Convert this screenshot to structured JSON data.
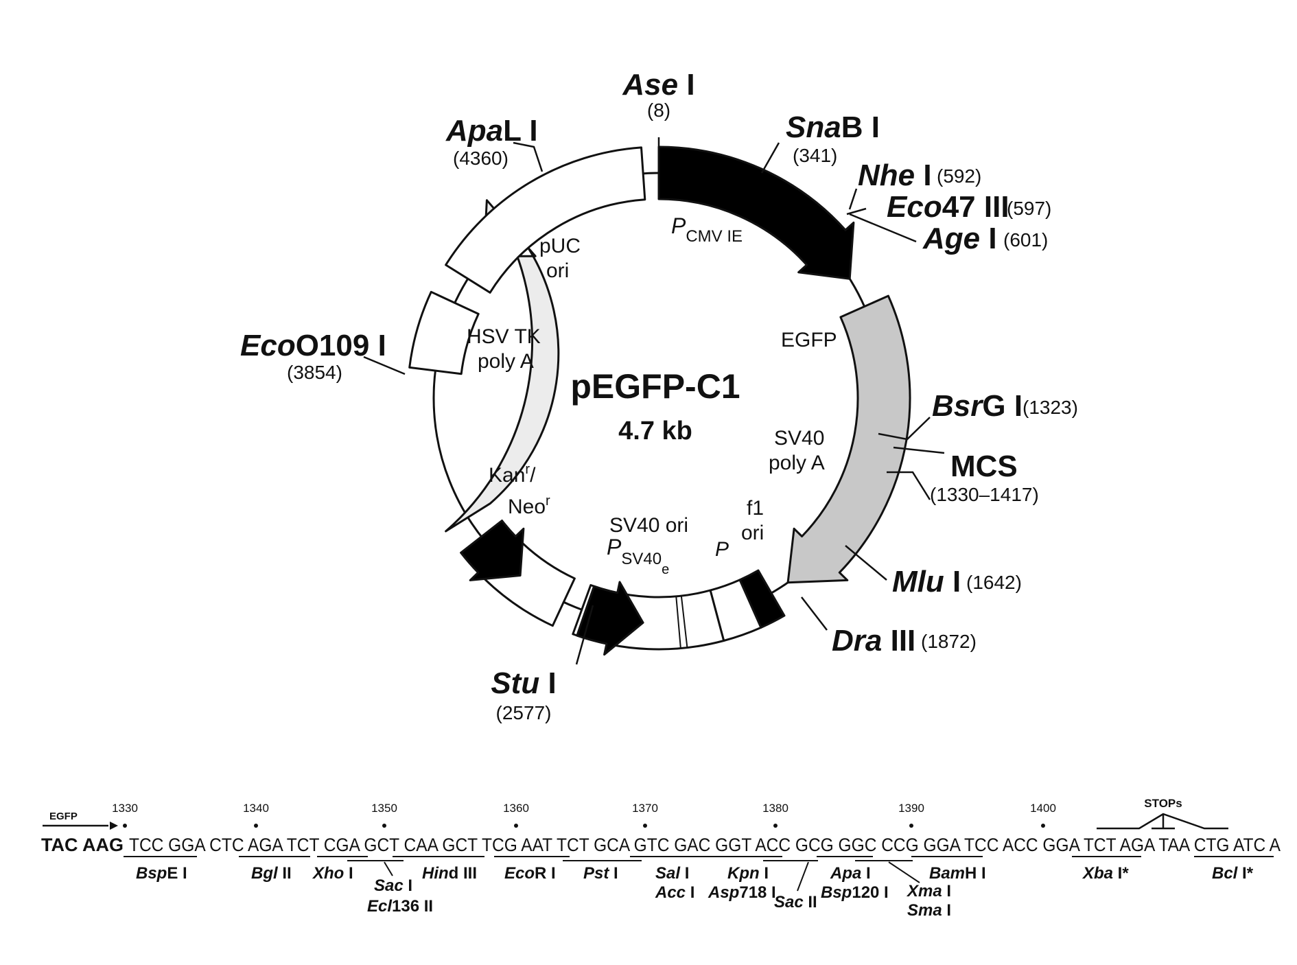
{
  "plasmid": {
    "name": "pEGFP-C1",
    "size": "4.7 kb"
  },
  "sites": {
    "asei": {
      "italic": "Ase",
      "roman": " I",
      "pos": "(8)"
    },
    "snabi": {
      "italic": "Sna",
      "roman": "B I",
      "pos": "(341)"
    },
    "nhei": {
      "italic": "Nhe",
      "roman": " I",
      "pos": "(592)"
    },
    "eco47": {
      "italic": "Eco",
      "roman": "47 III",
      "pos": "(597)"
    },
    "agei": {
      "italic": "Age",
      "roman": " I",
      "pos": "(601)"
    },
    "bsrgi": {
      "italic": "Bsr",
      "roman": "G I",
      "pos": "(1323)"
    },
    "mcs": {
      "label": "MCS",
      "pos": "(1330–1417)"
    },
    "mlui": {
      "italic": "Mlu",
      "roman": " I",
      "pos": "(1642)"
    },
    "draiii": {
      "italic": "Dra",
      "roman": " III",
      "pos": "(1872)"
    },
    "stui": {
      "italic": "Stu",
      "roman": " I",
      "pos": "(2577)"
    },
    "eco0109": {
      "italic": "Eco",
      "roman": "O109 I",
      "pos": "(3854)"
    },
    "apali": {
      "italic": "Apa",
      "roman": "L I",
      "pos": "(4360)"
    }
  },
  "regions": {
    "pcmv_p": "P",
    "pcmv_sub": "CMV IE",
    "egfp": "EGFP",
    "sv40pa_1": "SV40",
    "sv40pa_2": "poly A",
    "f1_1": "f1",
    "f1_2": "ori",
    "f1_p": "P",
    "sv40ori": "SV40 ori",
    "psv40_p": "P",
    "psv40_sub": "SV40",
    "psv40_e": "e",
    "kan_1": "Kan",
    "kan_sup": "r",
    "kan_slash": "/",
    "neo": "Neo",
    "neo_sup": "r",
    "hsv_1": "HSV TK",
    "hsv_2": "poly A",
    "puc_1": "pUC",
    "puc_2": "ori"
  },
  "mcs_sequence": {
    "egfp_arrow_label": "EGFP",
    "stops_label": "STOPs",
    "ticks": [
      "1330",
      "1340",
      "1350",
      "1360",
      "1370",
      "1380",
      "1390",
      "1400"
    ],
    "seq_bold": "TAC AAG",
    "seq": "TCC GGA CTC AGA TCT CGA GCT CAA GCT TCG AAT TCT GCA GTC GAC GGT ACC GCG GGC CCG GGA TCC ACC GGA TCT AGA TAA CTG ATC A",
    "enzymes": {
      "bspei": {
        "italic": "Bsp",
        "roman": "E I"
      },
      "bglii": {
        "italic": "Bgl",
        "roman": " II"
      },
      "xhoi": {
        "italic": "Xho",
        "roman": " I"
      },
      "saci": {
        "italic": "Sac",
        "roman": " I"
      },
      "ecl136": {
        "italic": "Ecl",
        "roman": "136 II"
      },
      "hindiii": {
        "italic": "Hin",
        "roman": "d III"
      },
      "ecori": {
        "italic": "Eco",
        "roman": "R I"
      },
      "psti": {
        "italic": "Pst",
        "roman": " I"
      },
      "sali": {
        "italic": "Sal",
        "roman": " I"
      },
      "acci": {
        "italic": "Acc",
        "roman": " I"
      },
      "kpni": {
        "italic": "Kpn",
        "roman": " I"
      },
      "asp718": {
        "italic": "Asp",
        "roman": "718 I"
      },
      "sacii": {
        "italic": "Sac",
        "roman": " II"
      },
      "apai": {
        "italic": "Apa",
        "roman": " I"
      },
      "bsp120": {
        "italic": "Bsp",
        "roman": "120 I"
      },
      "xmai": {
        "italic": "Xma",
        "roman": " I"
      },
      "smai": {
        "italic": "Sma",
        "roman": " I"
      },
      "bamhi": {
        "italic": "Bam",
        "roman": "H I"
      },
      "xbai": {
        "italic": "Xba",
        "roman": " I*"
      },
      "bcli": {
        "italic": "Bcl",
        "roman": " I*"
      }
    }
  }
}
